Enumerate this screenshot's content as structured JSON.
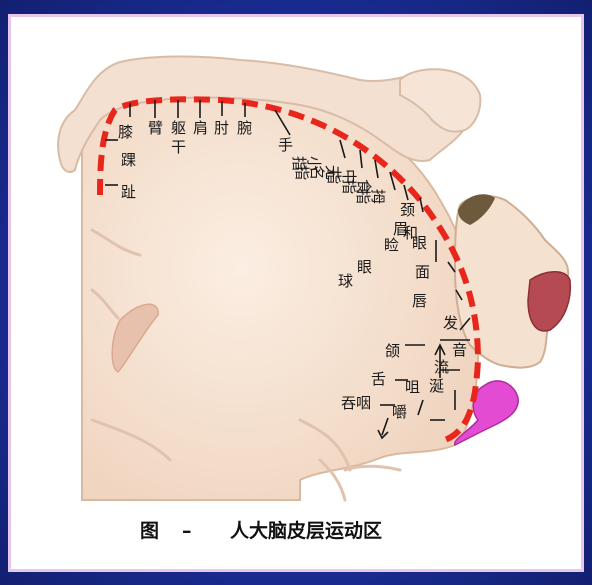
{
  "caption": {
    "prefix": "图",
    "dash": "–",
    "title": "人大脑皮层运动区"
  },
  "labels": {
    "knee": "膝",
    "arm": "臂",
    "trunk_1": "躯",
    "trunk_2": "干",
    "shoulder": "肩",
    "elbow": "肘",
    "wrist": "腕",
    "hand": "手",
    "ankle": "踝",
    "toe": "趾",
    "little_finger": "小指",
    "ring_finger": "无名指",
    "middle_finger": "中指",
    "index_finger": "食指",
    "thumb": "拇指",
    "neck": "颈",
    "brow": "眉",
    "eyelid_eyeball_1": "眼",
    "eyelid_eyeball_2": "睑",
    "eyelid_eyeball_3": "和",
    "eyelid_eyeball_4": "眼",
    "eyelid_eyeball_5": "球",
    "face": "面",
    "lips": "唇",
    "vocal_1": "发",
    "vocal_2": "音",
    "jaw": "颌",
    "salivate_1": "流",
    "salivate_2": "涎",
    "tongue": "舌",
    "chew_1": "咀",
    "chew_2": "嚼",
    "swallow": "吞咽"
  },
  "colors": {
    "background": "#1b2f9c",
    "panel_border": "#e9c7ea",
    "cortex": "#f2dcc8",
    "cortex_outline": "#d9b9a0",
    "motor_strip": "#e8261c",
    "brainstem": "#e24bd2"
  }
}
